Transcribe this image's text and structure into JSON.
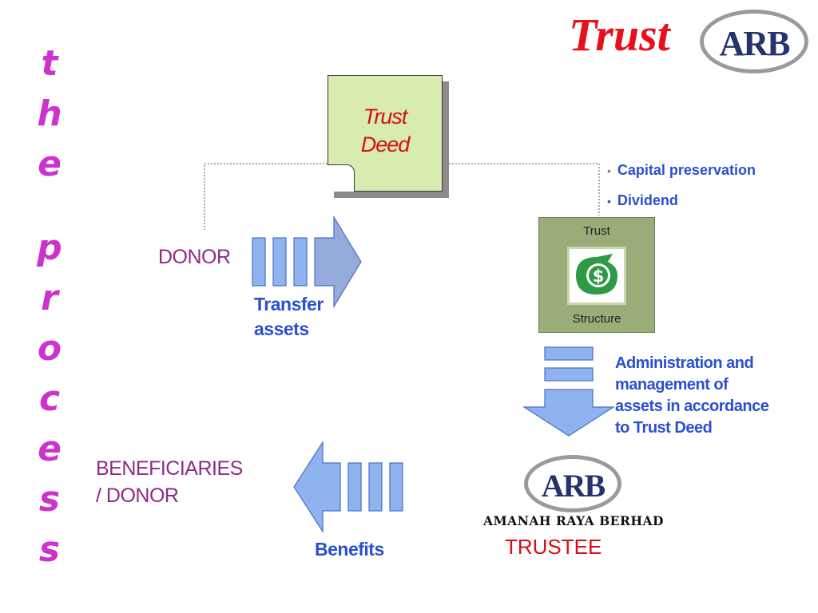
{
  "heading": {
    "vertical_letters": [
      "t",
      "h",
      "e",
      "",
      "p",
      "r",
      "o",
      "c",
      "e",
      "s",
      "s"
    ],
    "title": "Trust"
  },
  "logo": {
    "initials": "ARB",
    "company_name": "AMANAH RAYA BERHAD"
  },
  "deed": {
    "line1": "Trust",
    "line2": "Deed"
  },
  "donor": {
    "label": "DONOR",
    "arrow_label_line1": "Transfer",
    "arrow_label_line2": "assets"
  },
  "objectives": [
    "Capital preservation",
    "Dividend"
  ],
  "structure": {
    "top_label": "Trust",
    "bottom_label": "Structure",
    "icon": "dollar-money-icon"
  },
  "administration": {
    "lines": [
      "Administration and",
      "management of",
      "assets in accordance",
      "to Trust Deed"
    ]
  },
  "trustee": {
    "label": "TRUSTEE"
  },
  "beneficiaries": {
    "line1": "BENEFICIARIES",
    "line2": "/ DONOR",
    "arrow_label": "Benefits"
  },
  "colors": {
    "heading_magenta": "#cc33cc",
    "title_red": "#e8101a",
    "label_purple": "#8e2b86",
    "label_blue": "#2a4fd0",
    "deed_green": "#d8ebb0",
    "structure_green": "#9aad78",
    "arrow_blue": "#8fb3ef"
  }
}
